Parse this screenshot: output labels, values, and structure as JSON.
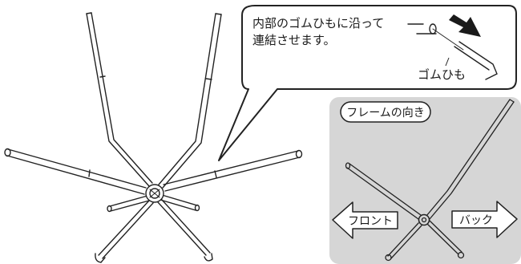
{
  "callout": {
    "line1": "内部のゴムひもに沿って",
    "line2": "連結させます。",
    "rubber_label": "ゴムひも"
  },
  "orientation_panel": {
    "title": "フレームの向き",
    "front_label": "フロント",
    "back_label": "バック",
    "panel_color": "#d6d6d6"
  },
  "icons": [
    "frame-assembly-diagram",
    "pull-direction-arrow",
    "hub-connector-icon"
  ]
}
